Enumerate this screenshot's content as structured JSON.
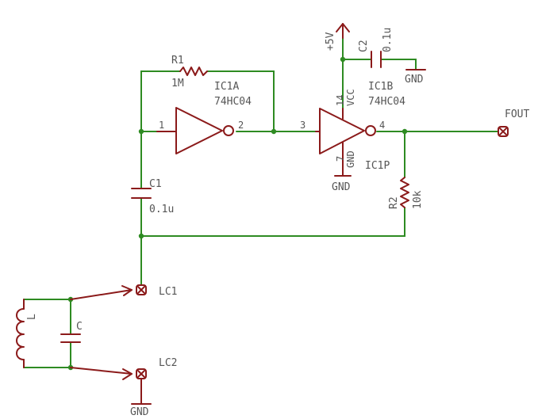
{
  "schematic": {
    "ic1a": {
      "name": "IC1A",
      "value": "74HC04",
      "pin_in": "1",
      "pin_out": "2"
    },
    "ic1b": {
      "name": "IC1B",
      "value": "74HC04",
      "pin_in": "3",
      "pin_out": "4",
      "pin_vcc": "14",
      "pin_gnd": "7",
      "vcc_label": "VCC",
      "gnd_label": "GND"
    },
    "ic1p": {
      "name": "IC1P"
    },
    "r1": {
      "name": "R1",
      "value": "1M"
    },
    "r2": {
      "name": "R2",
      "value": "10k"
    },
    "c1": {
      "name": "C1",
      "value": "0.1u"
    },
    "c2": {
      "name": "C2",
      "value": "0.1u"
    },
    "supply": {
      "label": "+5V"
    },
    "gnd_labels": {
      "c2": "GND",
      "ic1b": "GND",
      "lc2": "GND"
    },
    "connectors": {
      "fout": "FOUT",
      "lc1": "LC1",
      "lc2": "LC2"
    },
    "tank": {
      "inductor": "L",
      "capacitor": "C"
    },
    "colors": {
      "wire": "#2e8b22",
      "part": "#8b1a1a",
      "label": "#555555"
    }
  }
}
